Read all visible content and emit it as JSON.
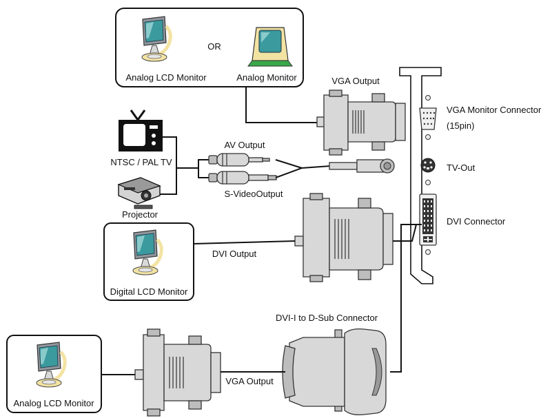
{
  "labels": {
    "or": "OR",
    "analog_lcd_monitor_top": "Analog LCD Monitor",
    "analog_monitor": "Analog Monitor",
    "vga_output_top": "VGA Output",
    "vga_monitor_connector": "VGA Monitor Connector",
    "pin_count": "(15pin)",
    "ntsc_pal_tv": "NTSC / PAL TV",
    "av_output": "AV Output",
    "s_video_output": "S-VideoOutput",
    "tv_out": "TV-Out",
    "projector": "Projector",
    "dvi_connector": "DVI Connector",
    "dvi_output": "DVI Output",
    "digital_lcd_monitor": "Digital LCD Monitor",
    "dvi_i_to_dsub": "DVI-I to D-Sub Connector",
    "vga_output_bottom": "VGA Output",
    "analog_lcd_monitor_bottom": "Analog LCD Monitor"
  },
  "icons": {
    "lcd_monitor": "lcd-monitor-icon",
    "crt_monitor": "crt-monitor-icon",
    "tv": "tv-icon",
    "projector": "projector-icon",
    "graphics_card": "graphics-card-bracket-icon"
  },
  "colors": {
    "screen_teal": "#3a9a9e",
    "monitor_yellow": "#f3e3a3",
    "crt_green": "#3aa84a",
    "plug_gray": "#d8d8d8"
  }
}
